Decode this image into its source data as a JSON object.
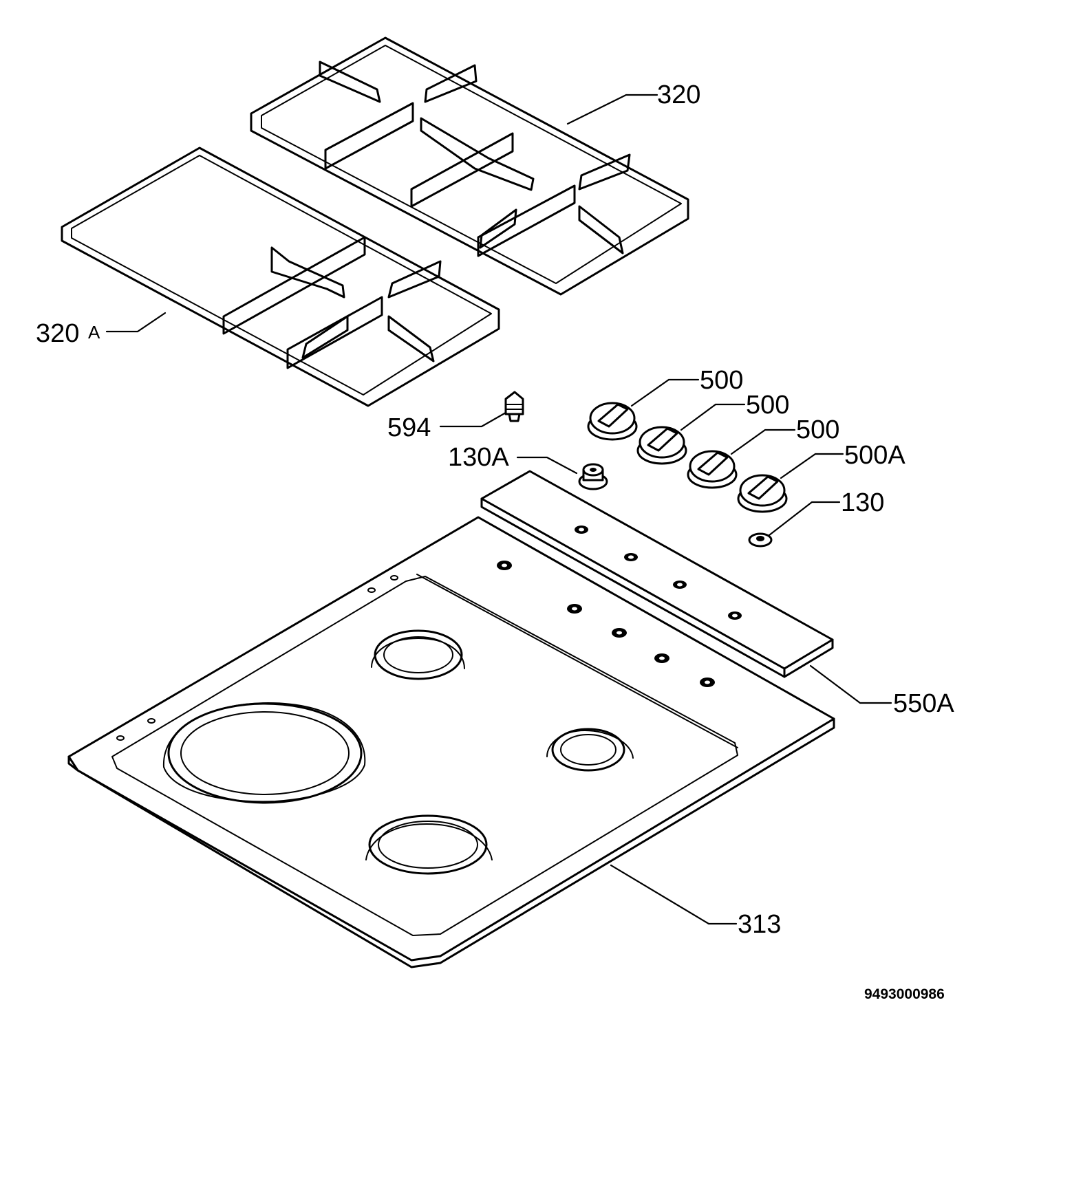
{
  "labels": {
    "grate_right": "320",
    "grate_left_num": "320",
    "grate_left_suffix": "A",
    "injector": "594",
    "washer_left": "130A",
    "knob_1": "500",
    "knob_2": "500",
    "knob_3": "500",
    "knob_4": "500A",
    "washer_right": "130",
    "control_strip": "550A",
    "hob_top": "313"
  },
  "document_number": "9493000986"
}
